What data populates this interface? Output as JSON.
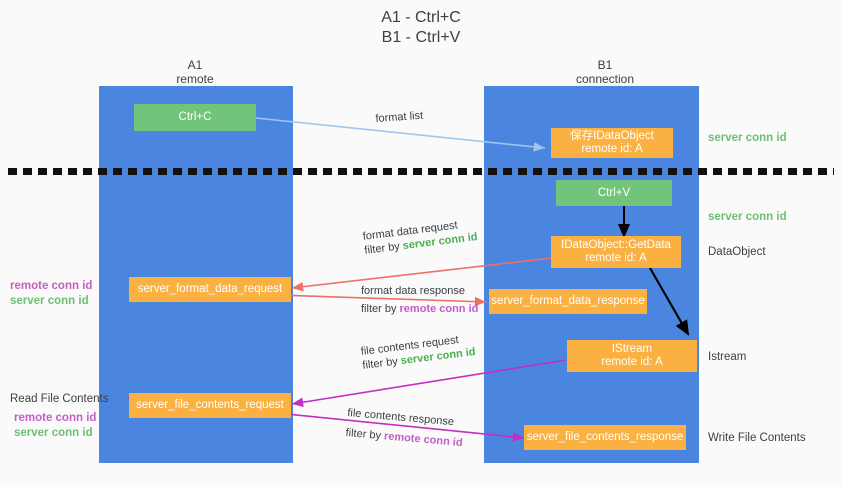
{
  "title": {
    "line1": "A1 - Ctrl+C",
    "line2": "B1 - Ctrl+V"
  },
  "columns": [
    {
      "name": "A1",
      "role": "remote"
    },
    {
      "name": "B1",
      "role": "connection"
    }
  ],
  "nodes": {
    "ctrl_c": "Ctrl+C",
    "ctrl_v": "Ctrl+V",
    "save_dataobject_l1": "保存IDataObject",
    "save_dataobject_l2": "remote id: A",
    "getdata_l1": "IDataObject::GetData",
    "getdata_l2": "remote id: A",
    "istream_l1": "IStream",
    "istream_l2": "remote id: A",
    "server_format_data_request": "server_format_data_request",
    "server_format_data_response": "server_format_data_response",
    "server_file_contents_request": "server_file_contents_request",
    "server_file_contents_response": "server_file_contents_response"
  },
  "edge_labels": {
    "format_list": "format list",
    "format_data_request": "format data request",
    "format_data_request_filter_prefix": "filter by ",
    "format_data_request_filter_key": "server conn id",
    "format_data_response": "format data response",
    "format_data_response_filter_prefix": "filter by ",
    "format_data_response_filter_key": "remote conn id",
    "file_contents_request": "file contents request",
    "file_contents_request_filter_prefix": "filter by ",
    "file_contents_request_filter_key": "server conn id",
    "file_contents_response": "file contents response",
    "file_contents_response_filter_prefix": "filter by ",
    "file_contents_response_filter_key": "remote conn id"
  },
  "annotations": {
    "right_server_conn_id_1": "server conn id",
    "right_server_conn_id_2": "server conn id",
    "right_dataobject": "DataObject",
    "right_istream": "Istream",
    "right_write_file_contents": "Write File Contents",
    "left_remote_conn_id_1": "remote conn id",
    "left_server_conn_id_1": "server conn id",
    "left_read_file_contents": "Read File Contents",
    "left_remote_conn_id_2": "remote conn id",
    "left_server_conn_id_2": "server conn id"
  },
  "colors": {
    "lifeline": "#4a86e0",
    "green_node": "#72c37b",
    "orange_node": "#fbb141",
    "server_conn_id": "#4caf50",
    "remote_conn_id": "#c45ec4",
    "arrow_blue": "#9fc6ef",
    "arrow_red": "#ef6f62",
    "arrow_magenta": "#c22fc2",
    "arrow_black": "#000000",
    "background": "#fafafa"
  }
}
